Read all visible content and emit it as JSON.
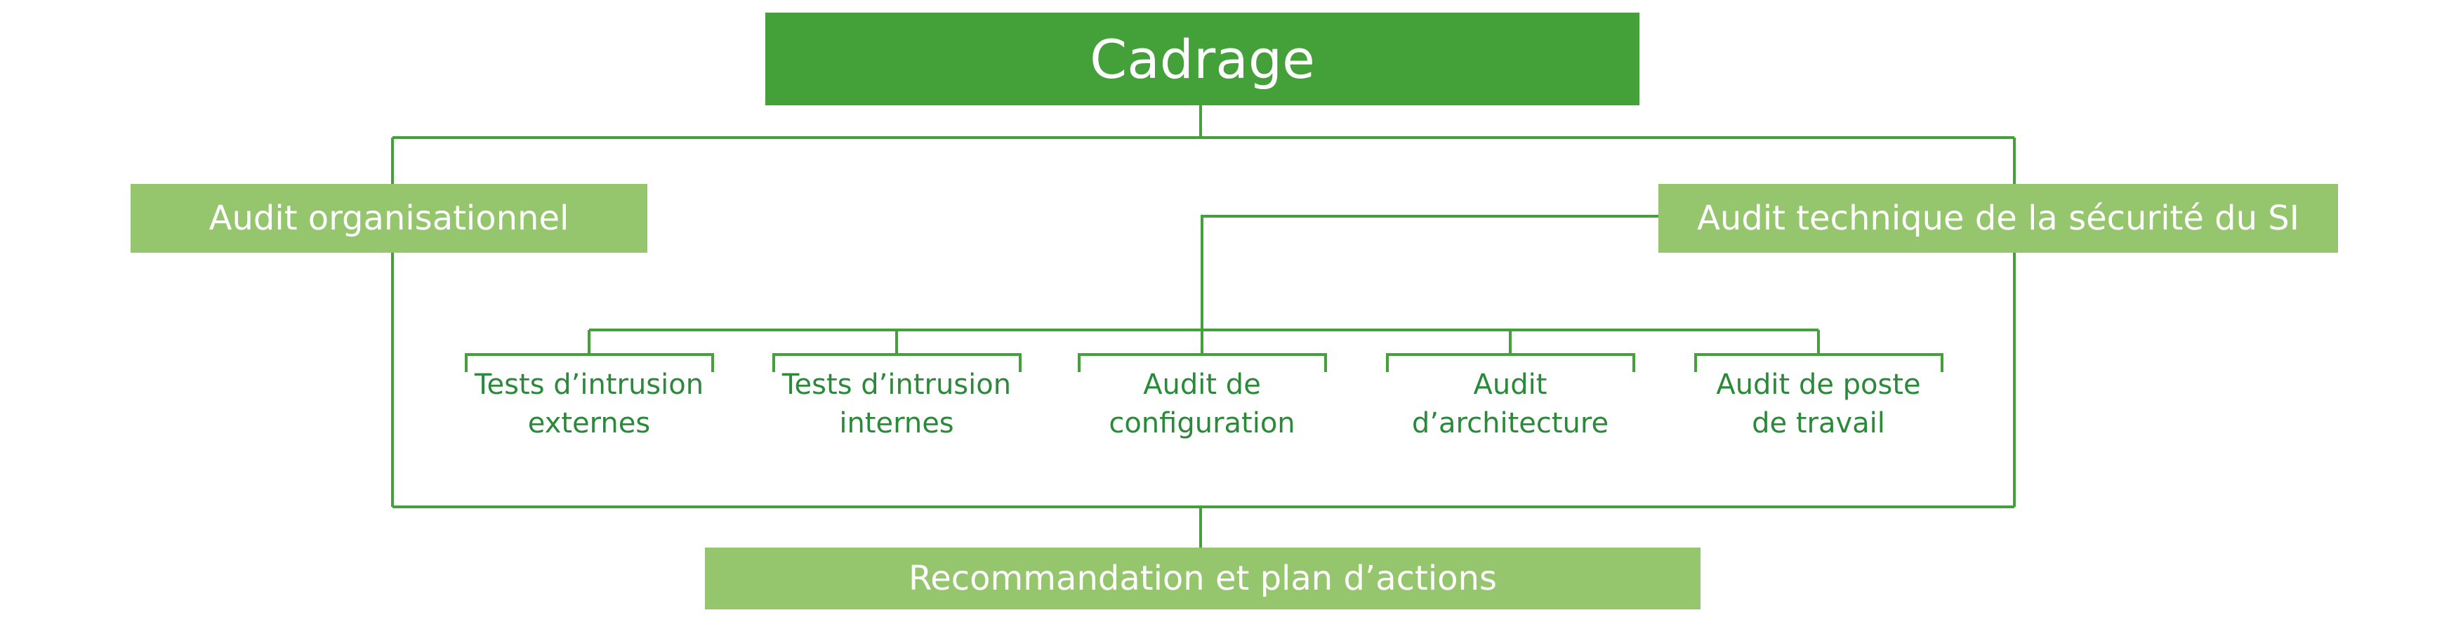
{
  "top": {
    "label": "Cadrage"
  },
  "left_branch": {
    "label": "Audit organisationnel"
  },
  "right_branch": {
    "label": "Audit technique de la sécurité du SI"
  },
  "leaves": [
    {
      "line1": "Tests d’intrusion",
      "line2": "externes"
    },
    {
      "line1": "Tests d’intrusion",
      "line2": "internes"
    },
    {
      "line1": "Audit de",
      "line2": "configuration"
    },
    {
      "line1": "Audit",
      "line2": "d’architecture"
    },
    {
      "line1": "Audit de poste",
      "line2": "de travail"
    }
  ],
  "bottom": {
    "label": "Recommandation et plan d’actions"
  },
  "colors": {
    "dark_box": "#44a038",
    "light_box": "#95c56c",
    "lines": "#44a038",
    "leaf_text": "#2a8a3a",
    "box_text": "#ffffff"
  }
}
